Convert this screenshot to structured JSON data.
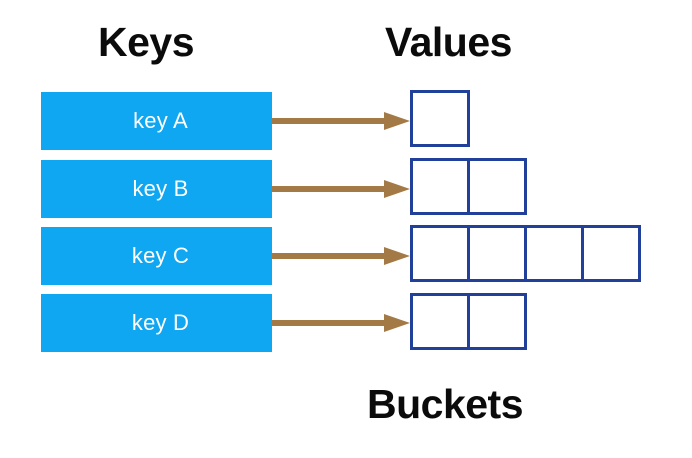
{
  "diagram": {
    "title_keys": "Keys",
    "title_values": "Values",
    "title_buckets": "Buckets",
    "colors": {
      "key_box_fill": "#0fa6f2",
      "key_label_text": "#ffffff",
      "bucket_border": "#20409a",
      "bucket_fill": "#ffffff",
      "arrow": "#a37a45",
      "heading_text": "#0b0b0b",
      "background": "#ffffff"
    },
    "rows": [
      {
        "key_label": "key A",
        "bucket_count": 1,
        "arrow": "arrow-right"
      },
      {
        "key_label": "key B",
        "bucket_count": 2,
        "arrow": "arrow-right"
      },
      {
        "key_label": "key C",
        "bucket_count": 4,
        "arrow": "arrow-right"
      },
      {
        "key_label": "key D",
        "bucket_count": 2,
        "arrow": "arrow-right"
      }
    ]
  }
}
